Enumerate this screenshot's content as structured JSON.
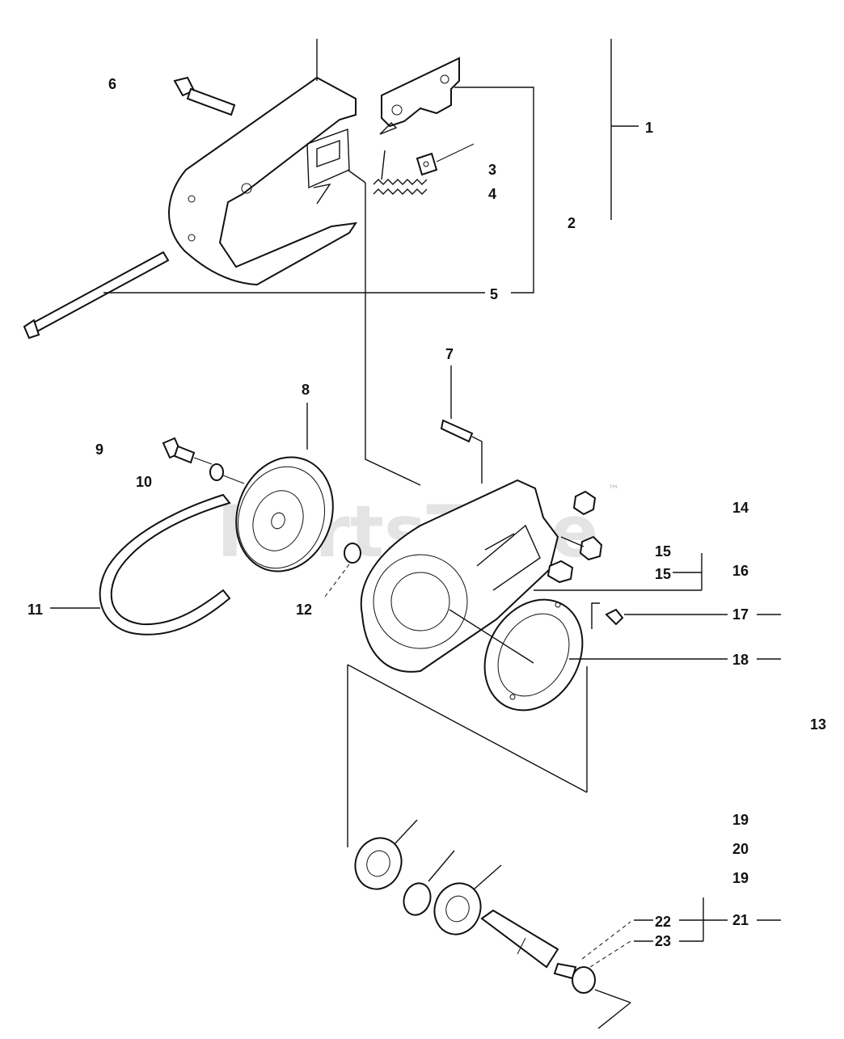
{
  "watermark": {
    "text": "PartsTree",
    "mark": "™"
  },
  "callouts": {
    "c1": "1",
    "c2": "2",
    "c3": "3",
    "c4": "4",
    "c5": "5",
    "c6": "6",
    "c7": "7",
    "c8": "8",
    "c9": "9",
    "c10": "10",
    "c11": "11",
    "c12": "12",
    "c13": "13",
    "c14": "14",
    "c15a": "15",
    "c15b": "15",
    "c16": "16",
    "c17": "17",
    "c18": "18",
    "c19a": "19",
    "c20": "20",
    "c19b": "19",
    "c21": "21",
    "c22": "22",
    "c23": "23"
  }
}
